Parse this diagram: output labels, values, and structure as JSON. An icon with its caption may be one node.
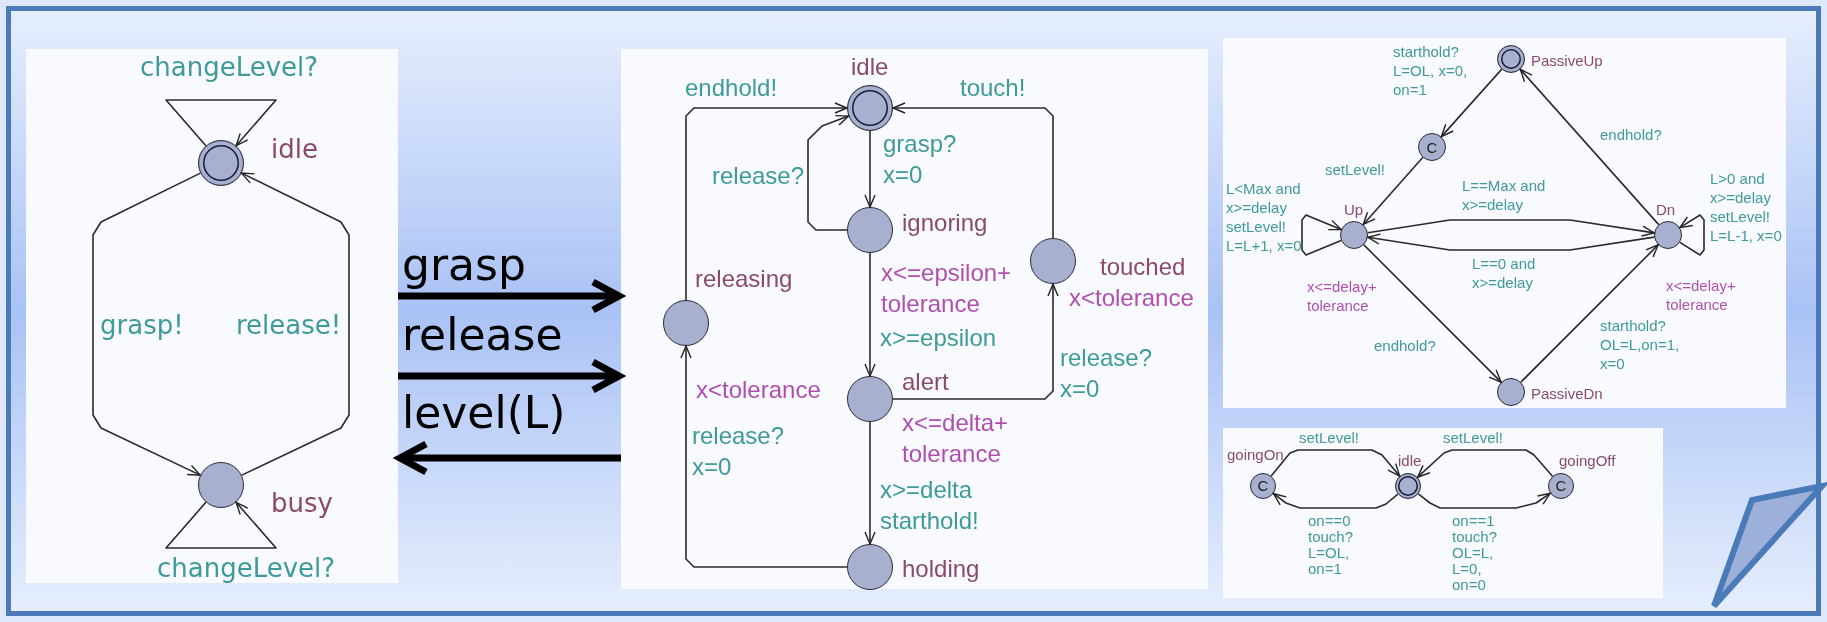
{
  "diagram": {
    "nodes": [
      {
        "text": [],
        "shape": "box"
      },
      {
        "text": [
          "idle"
        ],
        "in": 0
      },
      {
        "text": [
          "busy"
        ],
        "in": 0
      },
      {
        "text": [],
        "shape": "box"
      },
      {
        "text": [
          "idle"
        ],
        "in": 3
      },
      {
        "text": [
          "ignoring"
        ],
        "beside": [
          "x<=epsilon+ tolerance"
        ],
        "in": 3
      },
      {
        "text": [
          "touched"
        ],
        "beside": [
          "x<tolerance"
        ],
        "in": 3
      },
      {
        "text": [
          "releasing"
        ],
        "beside": [
          "x<tolerance"
        ],
        "in": 3
      },
      {
        "text": [
          "alert"
        ],
        "beside": [
          "x<=delta+ tolerance"
        ],
        "in": 3
      },
      {
        "text": [
          "holding"
        ],
        "in": 3
      },
      {
        "text": [],
        "shape": "box"
      },
      {
        "text": [
          "PassiveUp"
        ],
        "in": 10
      },
      {
        "text": [
          "C"
        ],
        "in": 10
      },
      {
        "text": [
          "Up"
        ],
        "beside": [
          "x<=delay+ tolerance"
        ],
        "in": 10
      },
      {
        "text": [
          "Dn"
        ],
        "beside": [
          "x<=delay+ tolerance"
        ],
        "in": 10
      },
      {
        "text": [
          "PassiveDn"
        ],
        "in": 10
      },
      {
        "text": [],
        "shape": "box"
      },
      {
        "text": [
          "goingOn",
          "C"
        ],
        "in": 16
      },
      {
        "text": [
          "idle"
        ],
        "in": 16
      },
      {
        "text": [
          "goingOff",
          "C"
        ],
        "in": 16
      }
    ],
    "edges": [
      {
        "from": 1,
        "to": 1,
        "arrow": "to",
        "label": "changeLevel?"
      },
      {
        "from": 1,
        "to": 2,
        "arrow": "to",
        "label": "grasp!"
      },
      {
        "from": 2,
        "to": 1,
        "arrow": "to",
        "label": "release!"
      },
      {
        "from": 2,
        "to": 2,
        "arrow": "to",
        "label": "changeLevel?"
      },
      {
        "from": 0,
        "to": 3,
        "arrow": "to",
        "label": "grasp",
        "style": "thick"
      },
      {
        "from": 0,
        "to": 3,
        "arrow": "to",
        "label": "release",
        "style": "thick"
      },
      {
        "from": 3,
        "to": 0,
        "arrow": "to",
        "label": "level(L)",
        "style": "thick"
      },
      {
        "from": 7,
        "to": 4,
        "arrow": "to",
        "label": "endhold!"
      },
      {
        "from": 6,
        "to": 4,
        "arrow": "to",
        "label": "touch!"
      },
      {
        "from": 4,
        "to": 5,
        "arrow": "to",
        "label": "grasp? x=0"
      },
      {
        "from": 5,
        "to": 4,
        "arrow": "to",
        "label": "release?"
      },
      {
        "from": 5,
        "to": 8,
        "arrow": "to",
        "label": "x>=epsilon"
      },
      {
        "from": 8,
        "to": 6,
        "arrow": "to",
        "label": "release? x=0"
      },
      {
        "from": 8,
        "to": 9,
        "arrow": "to",
        "label": "x>=delta starthold!"
      },
      {
        "from": 9,
        "to": 7,
        "arrow": "to",
        "label": "release? x=0"
      },
      {
        "from": 11,
        "to": 12,
        "arrow": "to",
        "label": "starthold? L=OL, x=0, on=1"
      },
      {
        "from": 12,
        "to": 13,
        "arrow": "to",
        "label": "setLevel!"
      },
      {
        "from": 14,
        "to": 11,
        "arrow": "to",
        "label": "endhold?"
      },
      {
        "from": 13,
        "to": 13,
        "arrow": "to",
        "label": "L<Max and x>=delay setLevel! L=L+1, x=0"
      },
      {
        "from": 13,
        "to": 14,
        "arrow": "to",
        "label": "L==Max and x>=delay"
      },
      {
        "from": 14,
        "to": 13,
        "arrow": "to",
        "label": "L==0 and x>=delay"
      },
      {
        "from": 14,
        "to": 14,
        "arrow": "to",
        "label": "L>0 and x>=delay setLevel! L=L-1, x=0"
      },
      {
        "from": 13,
        "to": 15,
        "arrow": "to",
        "label": "endhold?"
      },
      {
        "from": 15,
        "to": 14,
        "arrow": "to",
        "label": "starthold? OL=L,on=1, x=0"
      },
      {
        "from": 17,
        "to": 18,
        "arrow": "to",
        "label": "setLevel!"
      },
      {
        "from": 19,
        "to": 18,
        "arrow": "to",
        "label": "setLevel!"
      },
      {
        "from": 18,
        "to": 17,
        "arrow": "to",
        "label": "on==0 touch? L=OL, on=1"
      },
      {
        "from": 18,
        "to": 19,
        "arrow": "to",
        "label": "on==1 touch? OL=L, L=0, on=0"
      }
    ]
  }
}
